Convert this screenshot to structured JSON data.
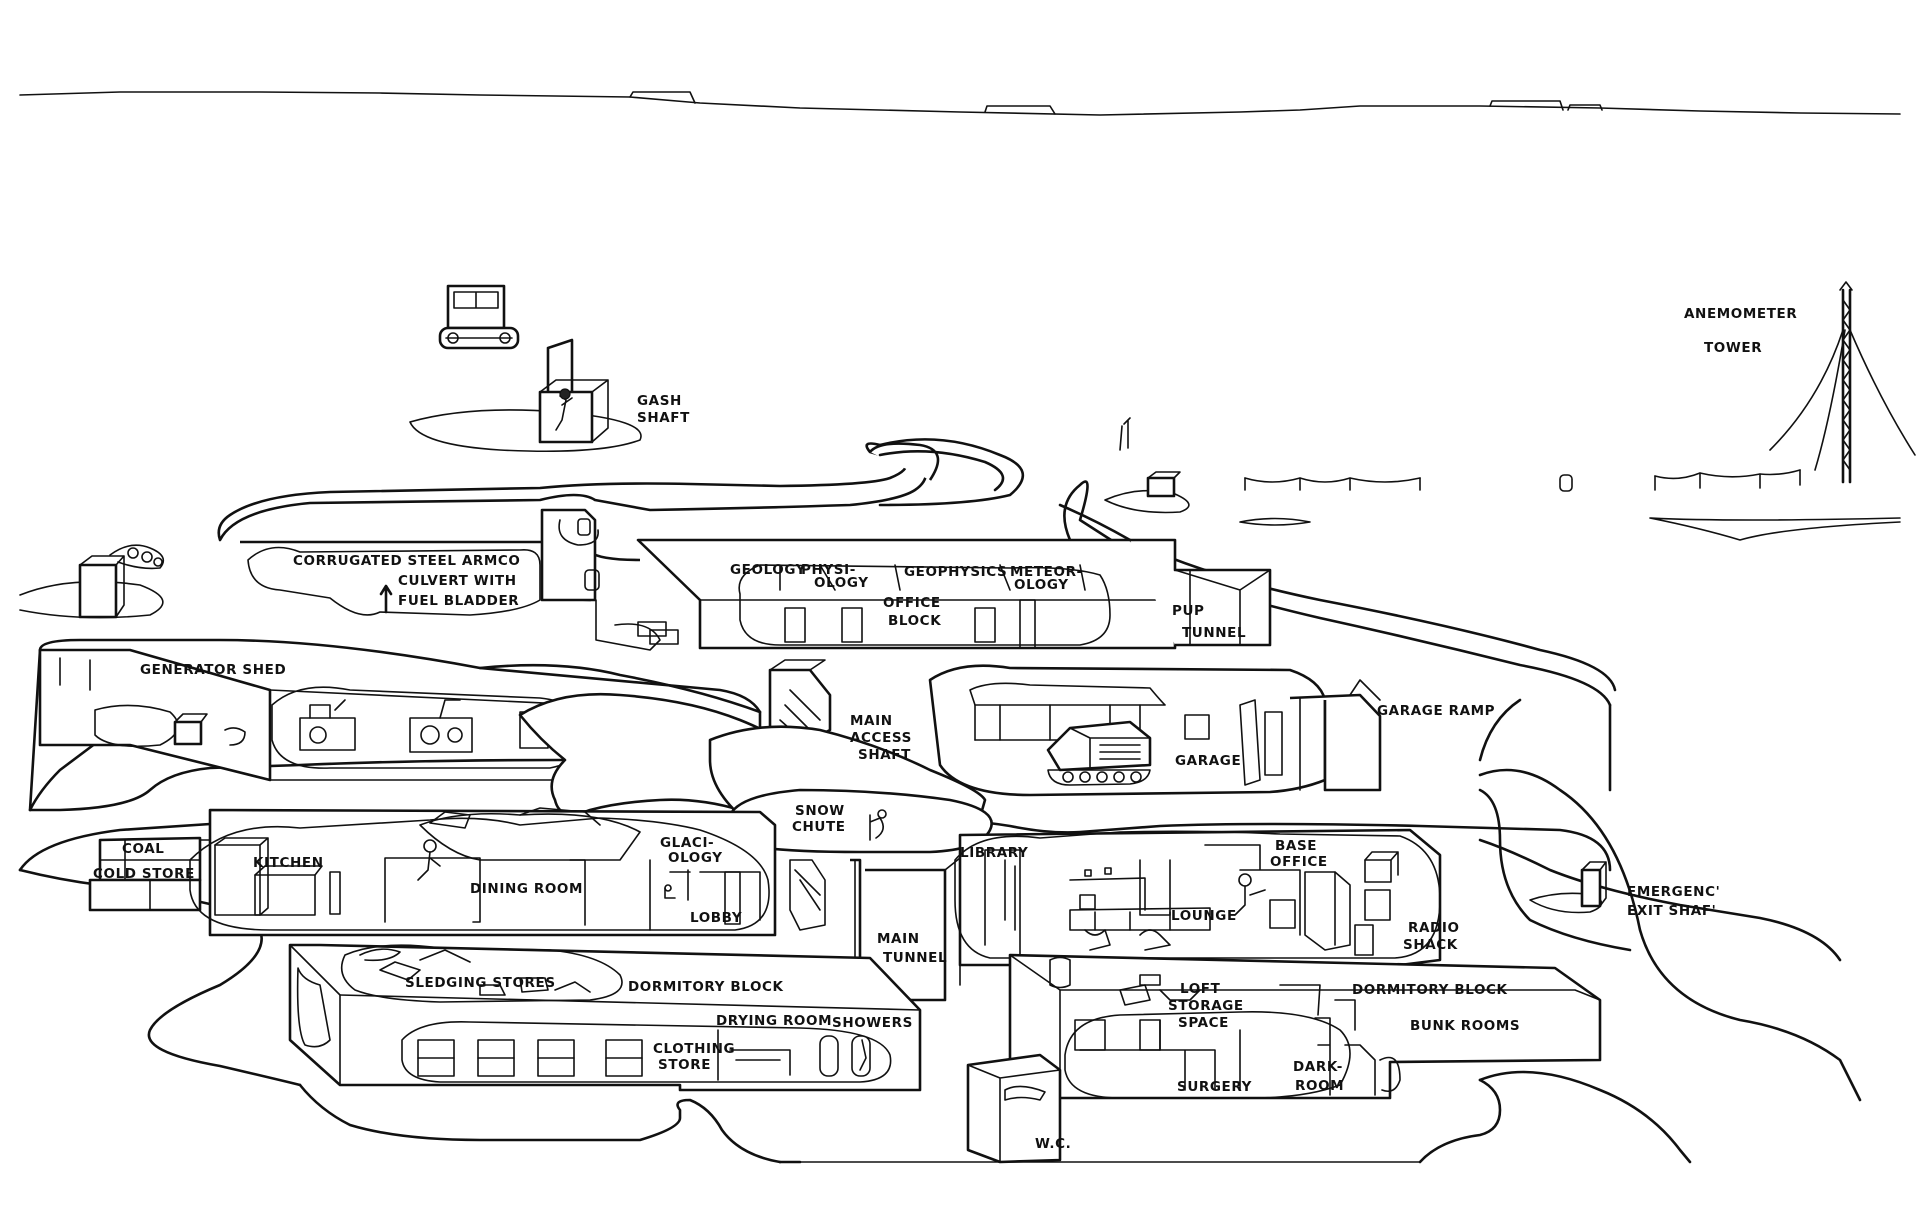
{
  "labels": {
    "gash_shaft": [
      "GASH",
      "SHAFT"
    ],
    "anemometer_tower": [
      "ANEMOMETER",
      "TOWER"
    ],
    "culvert": [
      "CORRUGATED STEEL ARMCO",
      "CULVERT WITH",
      "FUEL BLADDER"
    ],
    "geology": "GEOLOGY",
    "physiology": [
      "PHYSI-",
      "OLOGY"
    ],
    "geophysics": "GEOPHYSICS",
    "meteorology": [
      "METEOR-",
      "OLOGY"
    ],
    "office_block": [
      "OFFICE",
      "BLOCK"
    ],
    "pup_tunnel": [
      "PUP",
      "TUNNEL"
    ],
    "generator_shed": "GENERATOR SHED",
    "main_access_shaft": [
      "MAIN",
      "ACCESS",
      "SHAFT"
    ],
    "garage_ramp": "GARAGE RAMP",
    "garage": "GARAGE",
    "snow_chute": [
      "SNOW",
      "CHUTE"
    ],
    "coal": "COAL",
    "cold_store": "COLD STORE",
    "kitchen": "KITCHEN",
    "dining_room": "DINING ROOM",
    "glaciology": [
      "GLACI-",
      "OLOGY"
    ],
    "lobby": "LOBBY",
    "library": "LIBRARY",
    "base_office": [
      "BASE",
      "OFFICE"
    ],
    "lounge": "LOUNGE",
    "radio_shack": [
      "RADIO",
      "SHACK"
    ],
    "emergency_exit_shaft": [
      "EMERGENC'",
      "EXIT SHAF'"
    ],
    "main_tunnel": [
      "MAIN",
      "TUNNEL"
    ],
    "sledging_stores": "SLEDGING STORES",
    "dormitory_block_left": "DORMITORY BLOCK",
    "drying_room": "DRYING ROOM",
    "showers": "SHOWERS",
    "clothing_store": [
      "CLOTHING",
      "STORE"
    ],
    "loft_storage_space": [
      "LOFT",
      "STORAGE",
      "SPACE"
    ],
    "dormitory_block_right": "DORMITORY BLOCK",
    "bunk_rooms": "BUNK ROOMS",
    "surgery": "SURGERY",
    "dark_room": [
      "DARK-",
      "ROOM"
    ],
    "wc": "W.C."
  },
  "icons": [
    "snow-tractor-icon",
    "anemometer-mast-icon",
    "snowcat-icon",
    "fuel-drum-icon",
    "ventilator-icon"
  ],
  "colors": {
    "ink": "#111111",
    "paper": "#ffffff"
  }
}
